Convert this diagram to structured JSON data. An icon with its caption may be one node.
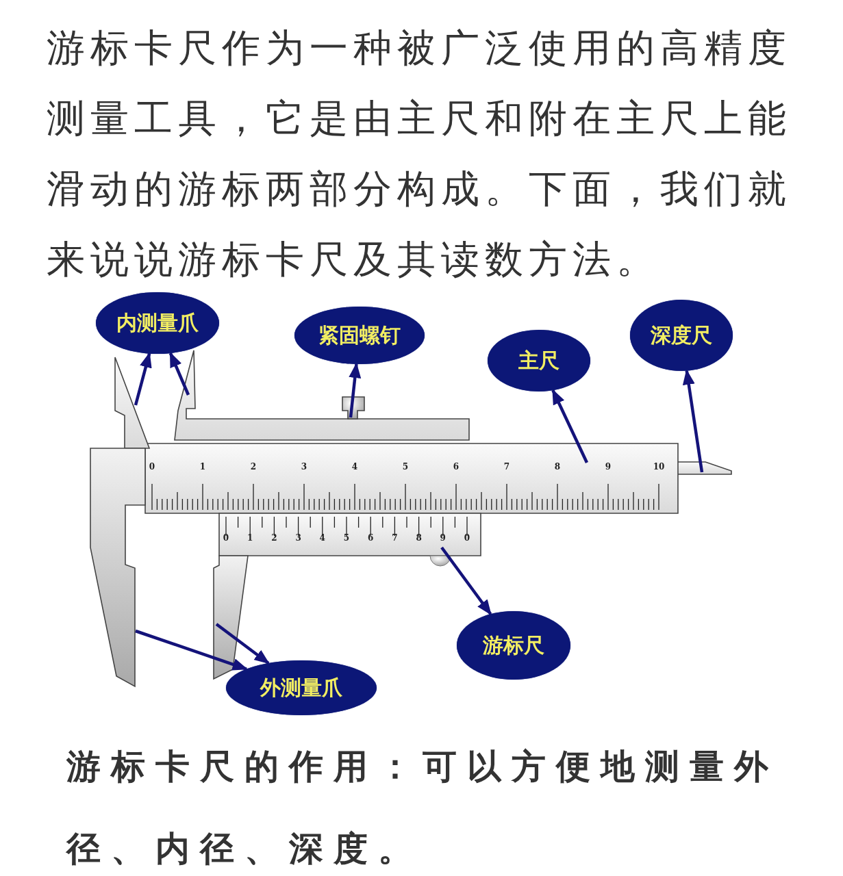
{
  "diagram": {
    "caption": "游标卡尺的作用：可以方便地测量外径、内径、深度。",
    "nodes": [
      {
        "text": [
          "内测量爪"
        ]
      },
      {
        "text": [
          "紧固螺钉"
        ]
      },
      {
        "text": [
          "主尺"
        ]
      },
      {
        "text": [
          "深度尺"
        ]
      },
      {
        "text": [
          "游标尺"
        ]
      },
      {
        "text": [
          "外测量爪"
        ]
      },
      {
        "text": [],
        "shape": "picture"
      },
      {
        "text": [],
        "shape": "picture"
      },
      {
        "text": [],
        "shape": "picture"
      },
      {
        "text": [],
        "shape": "picture"
      },
      {
        "text": [],
        "shape": "picture"
      },
      {
        "text": [],
        "shape": "picture"
      },
      {
        "text": [],
        "shape": "picture"
      },
      {
        "text": [],
        "shape": "picture"
      }
    ],
    "edges": [
      {
        "from": 6,
        "to": 0,
        "arrow": "to"
      },
      {
        "from": 7,
        "to": 0,
        "arrow": "to"
      },
      {
        "from": 8,
        "to": 1,
        "arrow": "to"
      },
      {
        "from": 9,
        "to": 2,
        "arrow": "to"
      },
      {
        "from": 10,
        "to": 3,
        "arrow": "to"
      },
      {
        "from": 11,
        "to": 4,
        "arrow": "to"
      },
      {
        "from": 12,
        "to": 5,
        "arrow": "to"
      },
      {
        "from": 13,
        "to": 5,
        "arrow": "to"
      }
    ],
    "labels": [
      "游标卡尺作为一种被广泛使用的高精度测量工具，它是由主尺和附在主尺上能滑动的游标两部分构成。下面，我们就来说说游标卡尺及其读数方法。",
      "0",
      "1",
      "2",
      "3",
      "4",
      "5",
      "6",
      "7",
      "8",
      "9",
      "10",
      "0",
      "1",
      "2",
      "3",
      "4",
      "5",
      "6",
      "7",
      "8",
      "9",
      "0"
    ]
  }
}
